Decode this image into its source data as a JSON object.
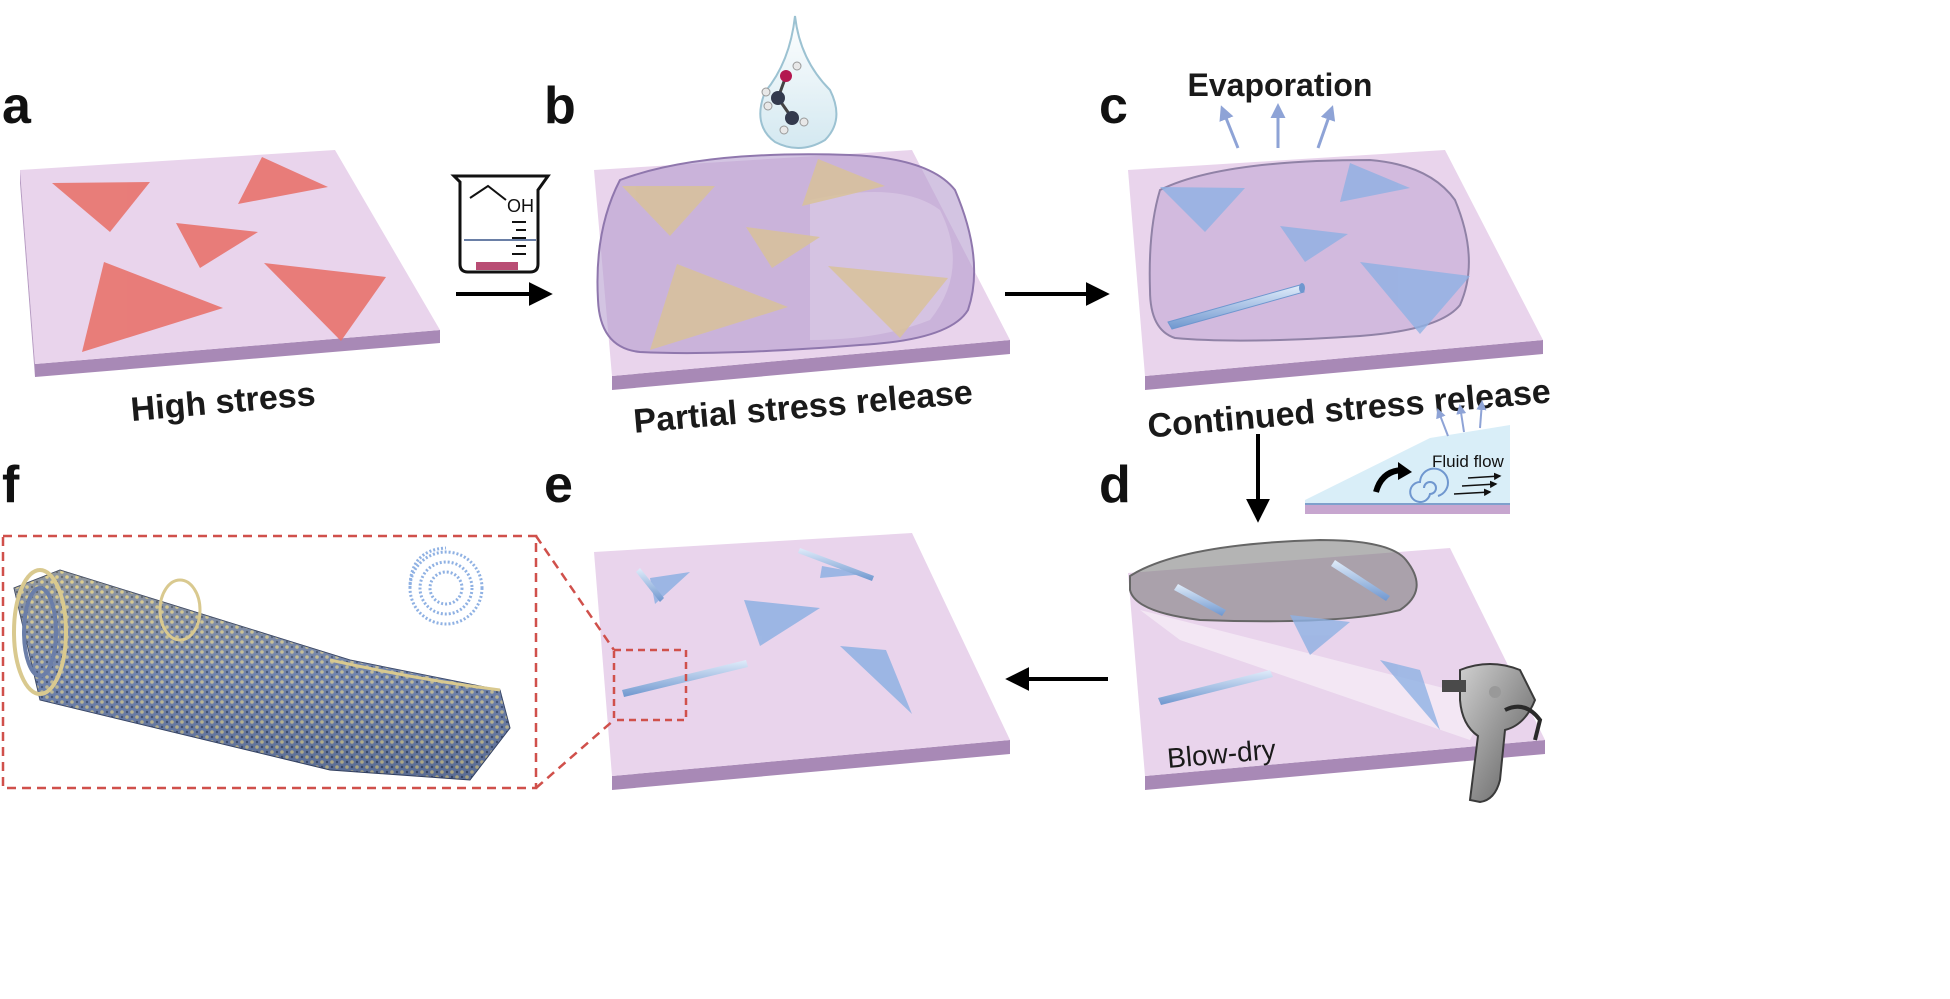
{
  "panels": {
    "a": {
      "letter": "a",
      "caption": "High stress"
    },
    "b": {
      "letter": "b",
      "caption": "Partial stress release",
      "beaker_label": "OH"
    },
    "c": {
      "letter": "c",
      "caption": "Continued stress release",
      "top_label": "Evaporation"
    },
    "d": {
      "letter": "d",
      "caption": "Blow-dry",
      "inset_label": "Fluid flow"
    },
    "e": {
      "letter": "e"
    },
    "f": {
      "letter": "f"
    }
  },
  "colors": {
    "substrate_top": "#e9d4ec",
    "substrate_side": "#a889b6",
    "triangle_red": "#e8736d",
    "triangle_tan": "#d9c29a",
    "triangle_blue": "#8fb1e3",
    "droplet": "#b59ccf",
    "dashed_box": "#d0504b",
    "arrow": "#000000"
  }
}
